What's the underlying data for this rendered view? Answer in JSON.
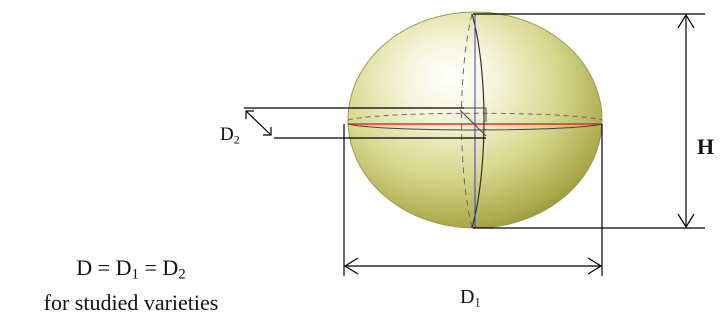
{
  "labels": {
    "d2": {
      "main": "D",
      "sub": "2"
    },
    "d1": {
      "main": "D",
      "sub": "1"
    },
    "h": "H"
  },
  "caption": {
    "d_main": "D",
    "eq1": " = D",
    "sub1": "1",
    "eq2": " = D",
    "sub2": "2",
    "line2": "for studied varieties"
  },
  "colors": {
    "ellipsoid_fill": "#c8c86a",
    "equator_line": "#e03030",
    "axis_line": "#3a3ad0",
    "dimension_line": "#000000"
  }
}
